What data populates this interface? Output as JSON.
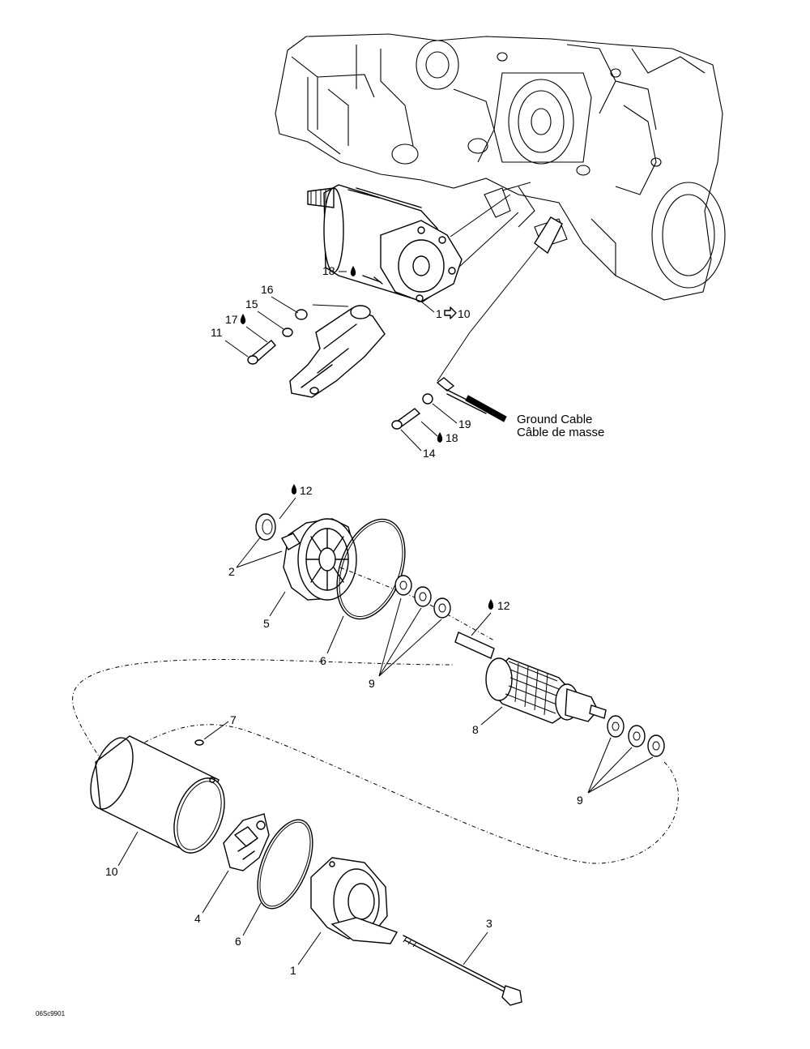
{
  "callouts": {
    "c18_top": "18",
    "c16": "16",
    "c15": "15",
    "c17": "17",
    "c11": "11",
    "c1_10_a": "1",
    "c1_10_b": "10",
    "c19": "19",
    "c18_bottom": "18",
    "c14": "14",
    "c12_top": "12",
    "c2": "2",
    "c5": "5",
    "c6_top": "6",
    "c9_mid": "9",
    "c12_mid": "12",
    "c8": "8",
    "c7": "7",
    "c9_right": "9",
    "c10": "10",
    "c4": "4",
    "c6_bottom": "6",
    "c1": "1",
    "c3": "3"
  },
  "labels": {
    "ground_cable_en": "Ground Cable",
    "ground_cable_fr": "Câble de masse"
  },
  "drawing_code": "06Sc9901",
  "icons": {
    "drop": "sealant-drop-icon",
    "arrow": "refer-to-arrow-icon"
  }
}
